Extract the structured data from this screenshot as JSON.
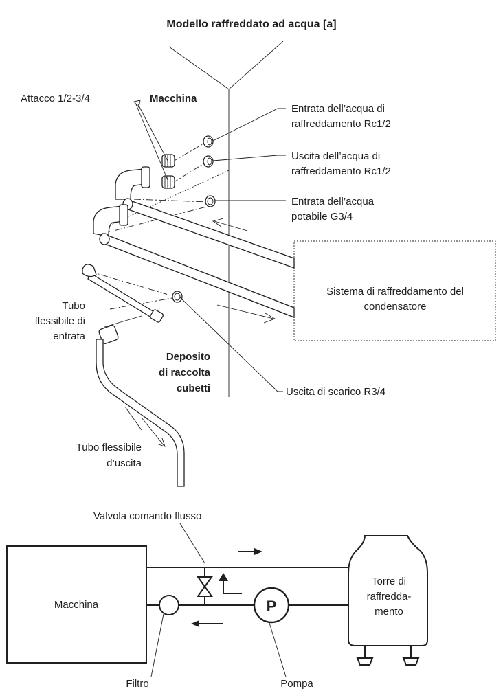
{
  "title": "Modello raffreddato ad acqua [a]",
  "upper": {
    "machine": "Macchina",
    "connector": "Attacco 1/2-3/4",
    "inlet_cooling": [
      "Entrata dell’acqua di",
      "raffreddamento Rc1/2"
    ],
    "outlet_cooling": [
      "Uscita dell’acqua di",
      "raffreddamento Rc1/2"
    ],
    "inlet_potable": [
      "Entrata dell’acqua",
      "potabile G3/4"
    ],
    "condenser_system": [
      "Sistema di raffreddamento del",
      "condensatore"
    ],
    "inlet_hose": [
      "Tubo",
      "flessibile di",
      "entrata"
    ],
    "bin": [
      "Deposito",
      "di raccolta",
      "cubetti"
    ],
    "drain": "Uscita di scarico R3/4",
    "outlet_hose": [
      "Tubo flessibile",
      "d’uscita"
    ]
  },
  "lower": {
    "valve": "Valvola comando flusso",
    "machine": "Macchina",
    "tower": [
      "Torre di",
      "raffredda-",
      "mento"
    ],
    "pump_symbol": "P",
    "filter": "Filtro",
    "pump": "Pompa"
  }
}
